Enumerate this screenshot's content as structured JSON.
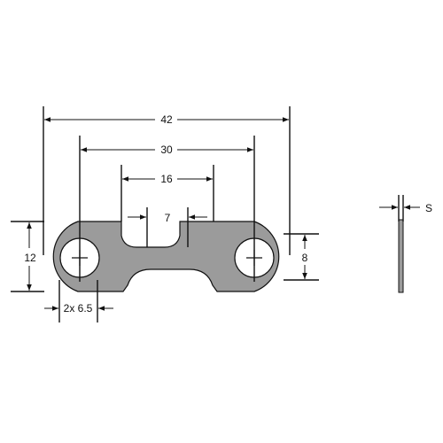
{
  "drawing": {
    "colors": {
      "part_fill": "#9b9b9b",
      "part_stroke": "#111111",
      "hole_fill": "#ffffff",
      "line": "#111111",
      "background": "#ffffff"
    },
    "dimensions": {
      "overall_length": "42",
      "hole_spacing": "30",
      "neck_width": "16",
      "slot_width": "7",
      "height": "12",
      "neck_height": "8",
      "hole_diameter": "2x 6.5",
      "thickness": "S"
    }
  }
}
